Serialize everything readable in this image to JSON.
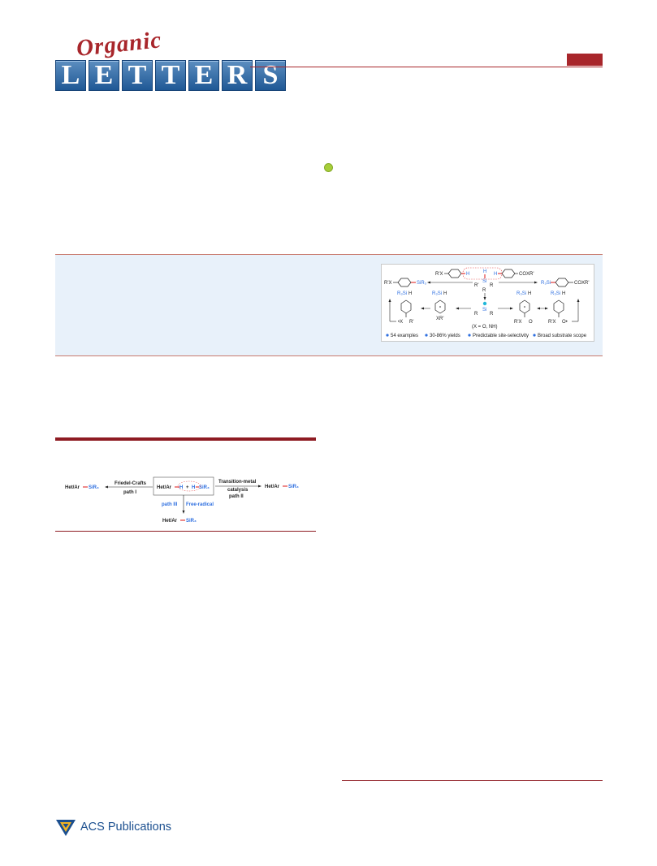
{
  "journal": {
    "logo_script": "Organic",
    "logo_letters": [
      "L",
      "E",
      "T",
      "T",
      "E",
      "R",
      "S"
    ],
    "accent_color": "#a8262b"
  },
  "toc_graphic": {
    "reagent_left": "R'X",
    "product_left": "SiR₃",
    "arrow_h": "H",
    "silane_h": "H",
    "silane_si": "Si",
    "silane_r_left": "R'",
    "silane_r_right": "R",
    "silane_r_bottom": "R",
    "right_group": "COXR'",
    "product_right_si": "R₃Si",
    "product_right_group": "COXR'",
    "int_r3si_1": "R₃Si",
    "int_r3si_2": "R₃Si",
    "int_r3si_3": "R₃Si",
    "int_r3si_4": "R₃Si",
    "int_h": "H",
    "int_label_1": "•X",
    "int_label_1b": "R'",
    "int_label_2": "XR'",
    "int_label_3a": "R'X",
    "int_label_3b": "O",
    "int_label_4a": "R'X",
    "int_label_4b": "O•",
    "center_r_left": "R",
    "center_r_right": "R",
    "center_si": "Si",
    "x_note": "(X = O, NH)",
    "bullets": [
      "54 examples",
      "30-86% yields",
      "Predictable site-selectivity",
      "Broad substrate scope"
    ],
    "accent_blue": "#2e6fe0",
    "accent_red": "#e23b3b",
    "accent_cyan": "#20b7d9"
  },
  "figure1": {
    "left_product_a": "Het/Ar",
    "left_product_b": "SiR₃",
    "path1_top": "Friedel-Crafts",
    "path1_bottom": "path I",
    "reactant_a": "Het/Ar",
    "reactant_h": "H",
    "reactant_plus": "+",
    "reactant_h2": "H",
    "reactant_si": "SiR₃",
    "path2_top_a": "Transition-metal",
    "path2_top_b": "catalysis",
    "path2_bottom": "path II",
    "right_product_a": "Het/Ar",
    "right_product_b": "SiR₃",
    "path3_label": "path III",
    "path3_type": "Free-radical",
    "bottom_product_a": "Het/Ar",
    "bottom_product_b": "SiR₃"
  },
  "publisher": {
    "name": "ACS Publications"
  }
}
